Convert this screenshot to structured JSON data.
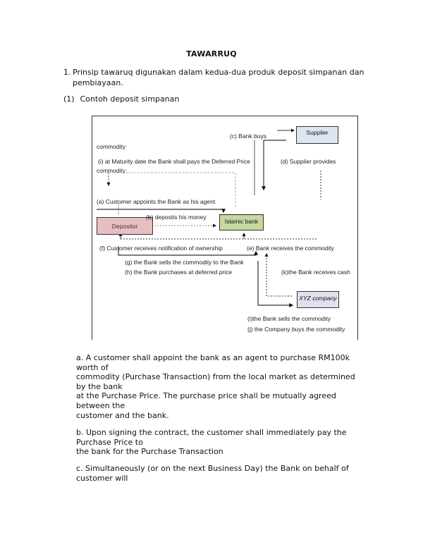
{
  "document": {
    "title": "TAWARRUQ",
    "point1": {
      "number": "1.",
      "text_line1": "Prinsip tawaruq digunakan dalam kedua-dua produk deposit simpanan dan",
      "text_line2": "pembiayaan."
    },
    "section1": {
      "number": "(1)",
      "heading": "Contoh deposit simpanan"
    }
  },
  "diagram": {
    "boxes": {
      "supplier": "Supplier",
      "depositor": "Depositor",
      "islamic_bank": "Islamic bank",
      "xyz_company": "XYZ company"
    },
    "box_colors": {
      "supplier": "#dde5f2",
      "depositor": "#e8bfc1",
      "islamic_bank": "#c5d89f",
      "xyz_company": "#e4dff0"
    },
    "labels": {
      "c": "(c) Bank buys",
      "commodity_top": "commodity",
      "i": "(i) at Maturity date the Bank shall pays the Deferred Price",
      "d": "(d) Supplier provides",
      "commodity_i": "commodity",
      "a": "(a) Customer appoints the Bank as his agent",
      "b": "(b) deposits his money",
      "f": "(f) Customer receives notification of ownership",
      "e": "(e) Bank receives the commodity",
      "g": "(g) the Bank sells the commodity to the Bank",
      "h": "(h) the Bank purchases at deferred price",
      "k": "(k)the Bank receives cash",
      "i2": "(i)the Bank sells the commodity",
      "j": "(j) the Company buys the commodity"
    }
  },
  "paragraphs": {
    "a": [
      "a. A customer shall appoint the bank as an agent to purchase RM100k",
      "worth of",
      "commodity (Purchase Transaction) from the local market as determined",
      "by the bank",
      "at the Purchase Price. The purchase price shall be mutually agreed",
      "between the",
      "customer and the bank."
    ],
    "b": [
      "b. Upon signing the contract, the customer shall immediately pay the",
      "Purchase Price to",
      "the bank for the Purchase Transaction"
    ],
    "c": [
      "c. Simultaneously (or on the next Business Day) the Bank on behalf of",
      "customer will"
    ]
  }
}
